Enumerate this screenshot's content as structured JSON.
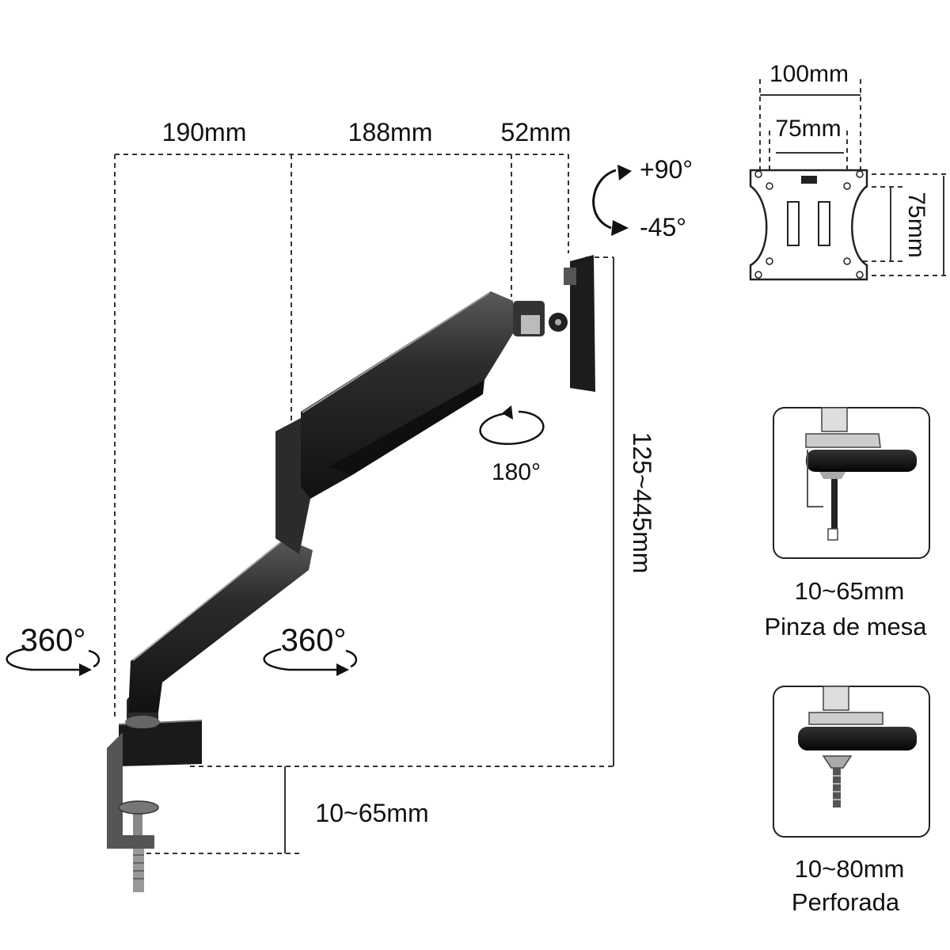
{
  "dimensions": {
    "seg1": "190mm",
    "seg2": "188mm",
    "seg3": "52mm",
    "height_range": "125~445mm",
    "clamp_range": "10~65mm"
  },
  "rotation": {
    "tilt_up": "+90°",
    "tilt_down": "-45°",
    "swivel_head": "180°",
    "base_rotation": "360°",
    "joint_rotation": "360°"
  },
  "vesa": {
    "outer": "100mm",
    "inner": "75mm",
    "height": "75mm"
  },
  "mounting_options": [
    {
      "range": "10~65mm",
      "name": "Pinza de mesa"
    },
    {
      "range": "10~80mm",
      "name": "Perforada"
    }
  ]
}
